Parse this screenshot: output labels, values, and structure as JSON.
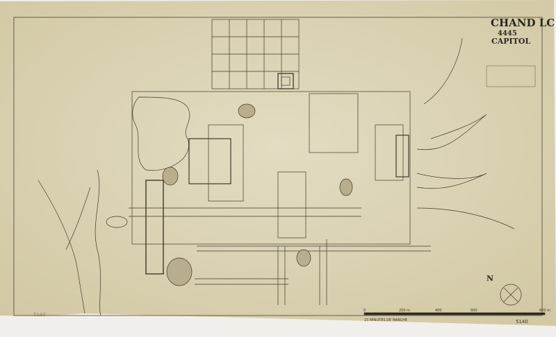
{
  "title_block": {
    "line1": "CHAND LC",
    "line2": "4445",
    "line3": "CAPITOL",
    "sheet_number": "5140",
    "sheet_number_left": "5140"
  },
  "scale_bar": {
    "caption": "15 MINUTES DE MARCHE",
    "ticks": [
      "0",
      "200 m",
      "400",
      "600",
      "800 m"
    ]
  },
  "north_arrow": {
    "label": "N"
  },
  "colors": {
    "paper": "#ddd5b6",
    "ink": "#3a342a"
  }
}
